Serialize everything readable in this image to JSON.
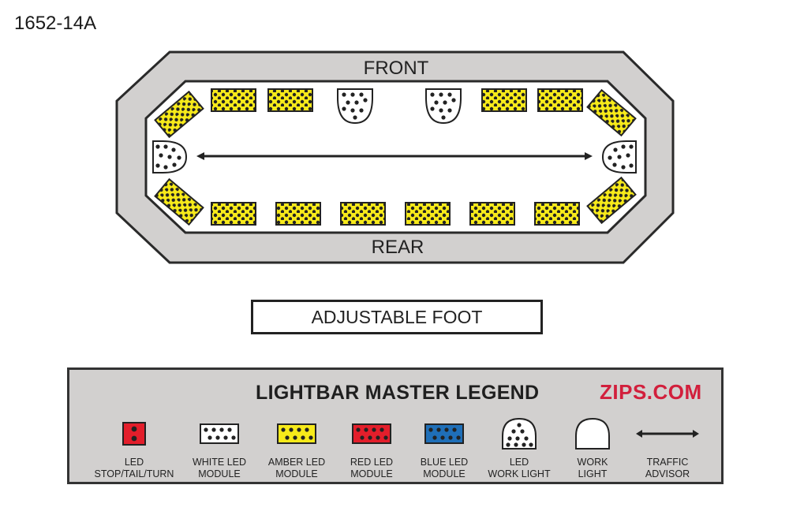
{
  "model_id": "1652-14A",
  "lightbar": {
    "front_label": "FRONT",
    "rear_label": "REAR"
  },
  "foot_label": "ADJUSTABLE FOOT",
  "legend": {
    "title": "LIGHTBAR MASTER LEGEND",
    "brand": "ZIPS.COM",
    "items": [
      {
        "line1": "LED",
        "line2": "STOP/TAIL/TURN",
        "icon": "stop-tail-turn-icon"
      },
      {
        "line1": "WHITE LED",
        "line2": "MODULE",
        "icon": "white-led-module-icon"
      },
      {
        "line1": "AMBER LED",
        "line2": "MODULE",
        "icon": "amber-led-module-icon"
      },
      {
        "line1": "RED LED",
        "line2": "MODULE",
        "icon": "red-led-module-icon"
      },
      {
        "line1": "BLUE LED",
        "line2": "MODULE",
        "icon": "blue-led-module-icon"
      },
      {
        "line1": "LED",
        "line2": "WORK LIGHT",
        "icon": "led-work-light-icon"
      },
      {
        "line1": "WORK",
        "line2": "LIGHT",
        "icon": "work-light-icon"
      },
      {
        "line1": "TRAFFIC",
        "line2": "ADVISOR",
        "icon": "traffic-advisor-icon"
      }
    ]
  },
  "colors": {
    "amber": "#f7ea1a",
    "white": "#ffffff",
    "red": "#e31e2b",
    "blue": "#1f6fb8",
    "housing": "#d2d0cf",
    "brand_red": "#d21f3c"
  }
}
